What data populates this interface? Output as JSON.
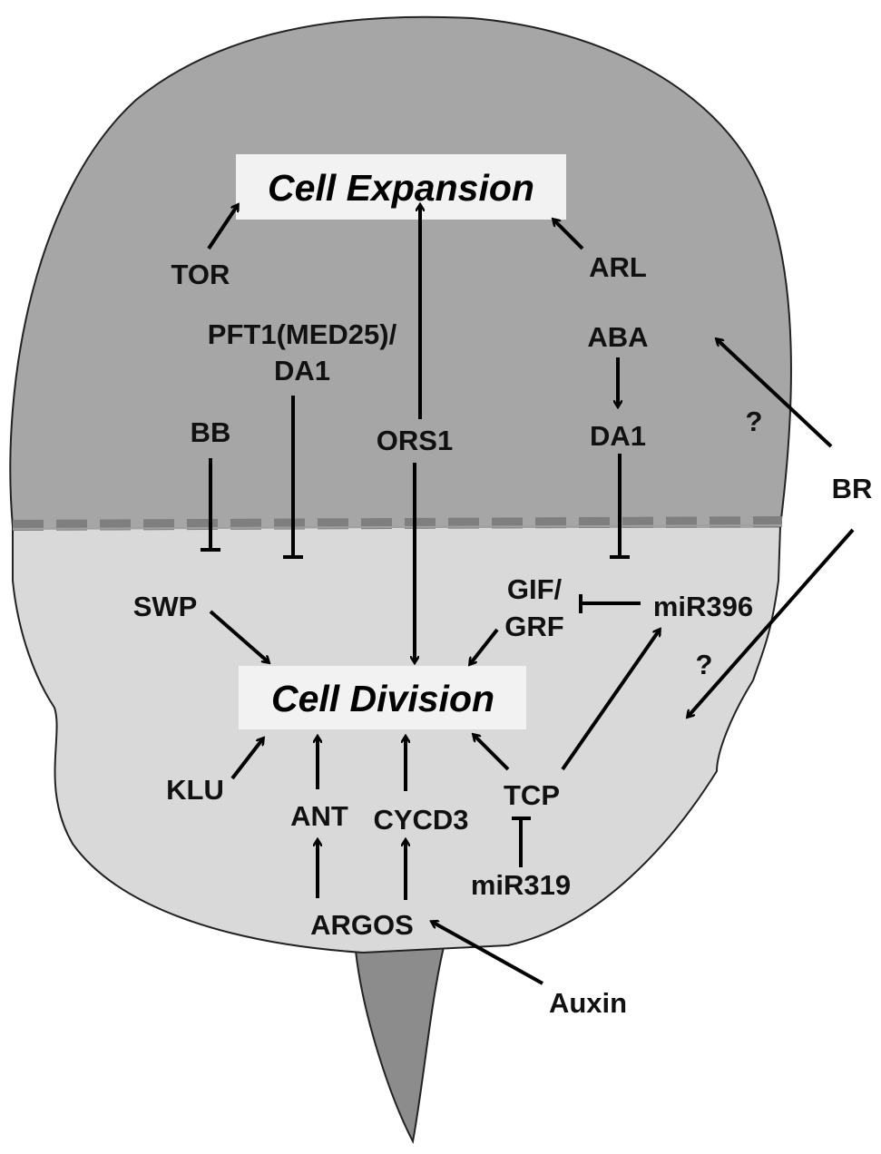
{
  "colors": {
    "upper_region": "#a6a6a6",
    "lower_region": "#d9d9d9",
    "stem": "#8c8c8c",
    "outline": "#222222",
    "divider": "#7f7f7f",
    "box": "#f2f2f2"
  },
  "processes": {
    "cell_expansion": "Cell Expansion",
    "cell_division": "Cell Division"
  },
  "nodes": {
    "tor": "TOR",
    "arl": "ARL",
    "pft1_line1": "PFT1(MED25)/",
    "pft1_line2": "DA1",
    "aba": "ABA",
    "da1": "DA1",
    "bb": "BB",
    "ors1": "ORS1",
    "br": "BR",
    "question_upper": "?",
    "question_lower": "?",
    "swp": "SWP",
    "gif": "GIF/",
    "grf": "GRF",
    "mir396": "miR396",
    "klu": "KLU",
    "ant": "ANT",
    "cycd3": "CYCD3",
    "tcp": "TCP",
    "mir319": "miR319",
    "argos": "ARGOS",
    "auxin": "Auxin"
  }
}
